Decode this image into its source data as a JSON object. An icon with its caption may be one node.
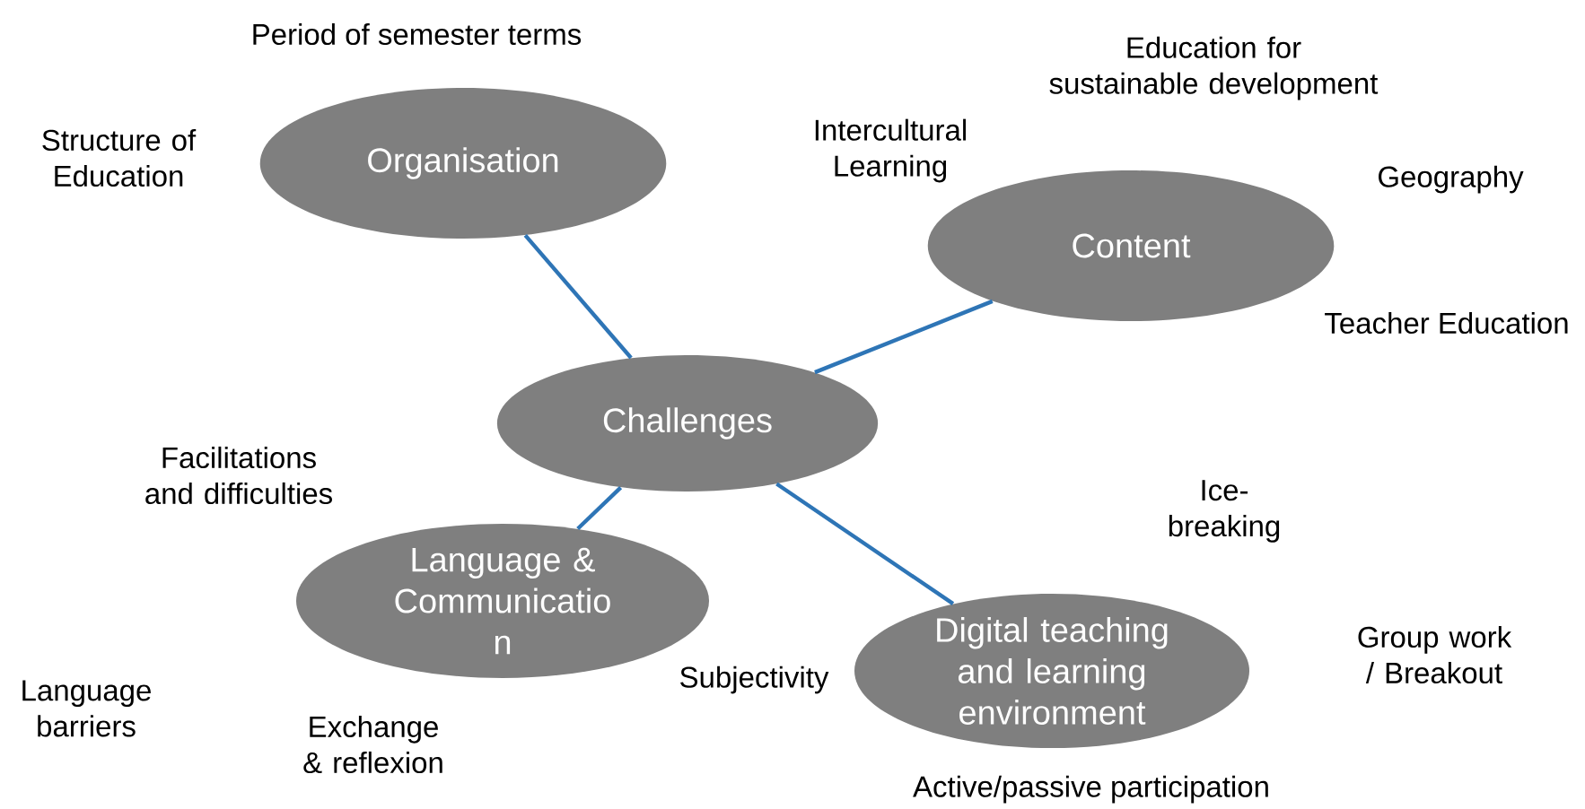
{
  "diagram": {
    "nodes": [
      {
        "text": [
          "Challenges"
        ]
      },
      {
        "text": [
          "Organisation"
        ]
      },
      {
        "text": [
          "Content"
        ]
      },
      {
        "text": [
          "Language & Communicatio n"
        ]
      },
      {
        "text": [
          "Digital teaching and learning environment"
        ]
      }
    ],
    "edges": [
      {
        "from": 0,
        "to": 1,
        "arrow": "none"
      },
      {
        "from": 0,
        "to": 2,
        "arrow": "none"
      },
      {
        "from": 0,
        "to": 3,
        "arrow": "none"
      },
      {
        "from": 0,
        "to": 4,
        "arrow": "none"
      }
    ],
    "labels": [
      "Period of semester terms",
      "Education for sustainable development",
      "Structure of Education",
      "Intercultural Learning",
      "Geography",
      "Teacher Education",
      "Facilitations and difficulties",
      "Ice-breaking",
      "Language barriers",
      "Subjectivity",
      "Group work / Breakout",
      "Exchange & reflexion",
      "Active/passive participation"
    ]
  }
}
